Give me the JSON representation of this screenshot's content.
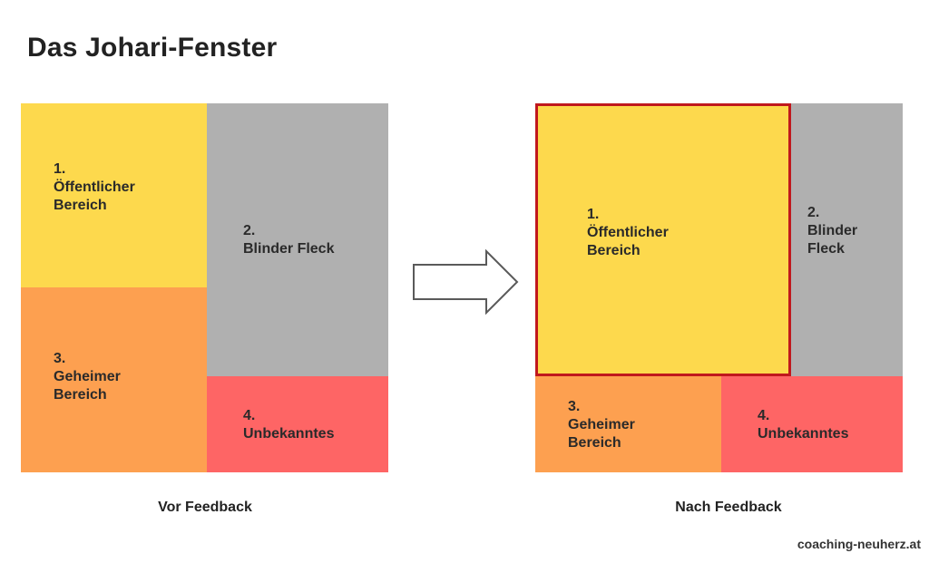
{
  "title": "Das Johari-Fenster",
  "before": {
    "caption": "Vor Feedback",
    "q1": {
      "num": "1.",
      "line1": "Öffentlicher",
      "line2": "Bereich"
    },
    "q2": {
      "num": "2.",
      "line1": "Blinder Fleck"
    },
    "q3": {
      "num": "3.",
      "line1": "Geheimer",
      "line2": "Bereich"
    },
    "q4": {
      "num": "4.",
      "line1": "Unbekanntes"
    }
  },
  "after": {
    "caption": "Nach Feedback",
    "q1": {
      "num": "1.",
      "line1": "Öffentlicher",
      "line2": "Bereich"
    },
    "q2": {
      "num": "2.",
      "line1": "Blinder",
      "line2": "Fleck"
    },
    "q3": {
      "num": "3.",
      "line1": "Geheimer",
      "line2": "Bereich"
    },
    "q4": {
      "num": "4.",
      "line1": "Unbekanntes"
    }
  },
  "footer": "coaching-neuherz.at",
  "colors": {
    "public": "#fdd94d",
    "blind": "#b0b0b0",
    "hidden": "#fda050",
    "unknown": "#fe6565",
    "highlight_border": "#c0181d"
  },
  "arrow_icon": "right-arrow-icon"
}
